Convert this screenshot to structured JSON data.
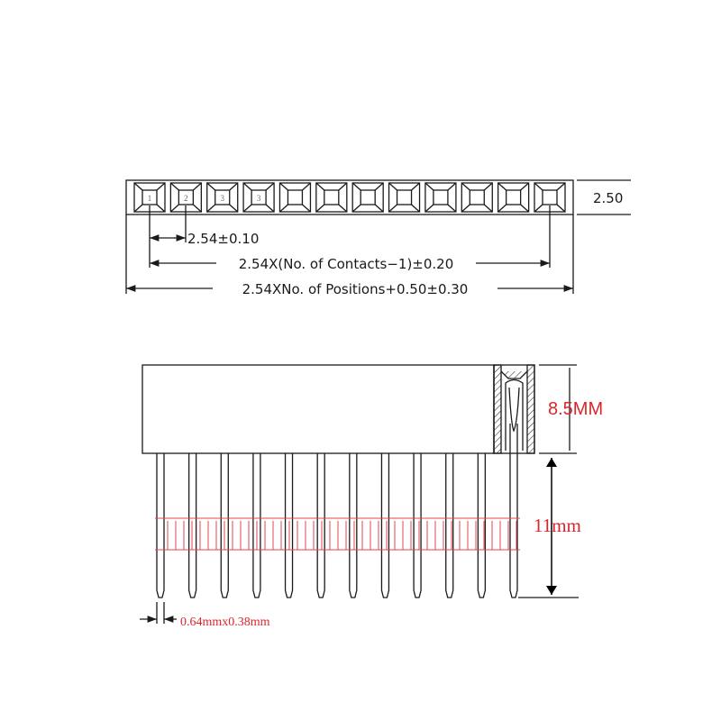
{
  "top_view": {
    "pin_labels": [
      "1",
      "2",
      "3",
      "3"
    ],
    "position_count": 12,
    "pitch_label": "2.54±0.10",
    "contacts_label": "2.54X(No. of Contacts−1)±0.20",
    "positions_label": "2.54XNo. of Positions+0.50±0.30",
    "height_label": "2.50"
  },
  "side_view": {
    "pin_count": 12,
    "body_height_label": "8.5MM",
    "pin_length_label": "11mm",
    "pin_size_label": "0.64mmx0.38mm"
  },
  "colors": {
    "line": "#1a1a1a",
    "annotation": "#d9262b"
  }
}
